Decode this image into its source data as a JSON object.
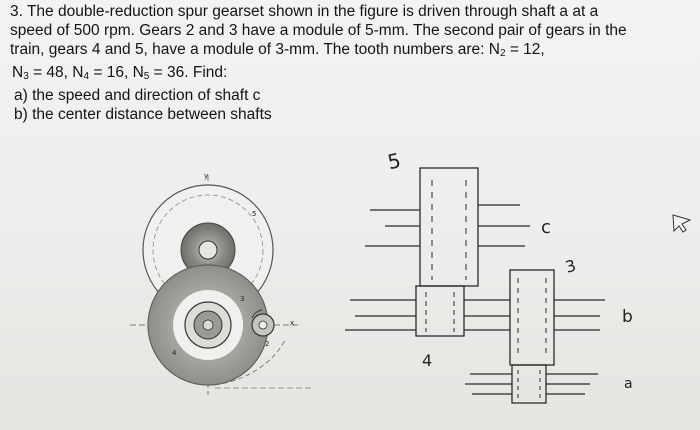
{
  "problem": {
    "line1": "3. The double-reduction spur gearset shown in the figure is driven through shaft a at a",
    "line2": "speed of 500 rpm.  Gears 2 and 3 have a module of 5-mm.  The second pair of gears in the",
    "line3": "train, gears 4 and 5, have a module of 3-mm.  The tooth numbers are:  N",
    "line3_sub": "2",
    "line3_end": " = 12,",
    "line4": {
      "n3": "N",
      "n3_sub": "3",
      "n3_val": " = 48, ",
      "n4": "N",
      "n4_sub": "4",
      "n4_val": " = 16, ",
      "n5": "N",
      "n5_sub": "5",
      "n5_val": " = 36.  Find:"
    },
    "part_a": "a) the speed and direction of shaft c",
    "part_b": "b) the center distance between shafts"
  },
  "figure": {
    "gear_labels": {
      "y": "y",
      "g5": "5",
      "g3": "3",
      "g4": "4",
      "g2": "2",
      "x": "x"
    },
    "sketch_labels": {
      "top": "5",
      "c": "c",
      "three": "3",
      "b": "b",
      "four": "4",
      "a": "a"
    }
  }
}
